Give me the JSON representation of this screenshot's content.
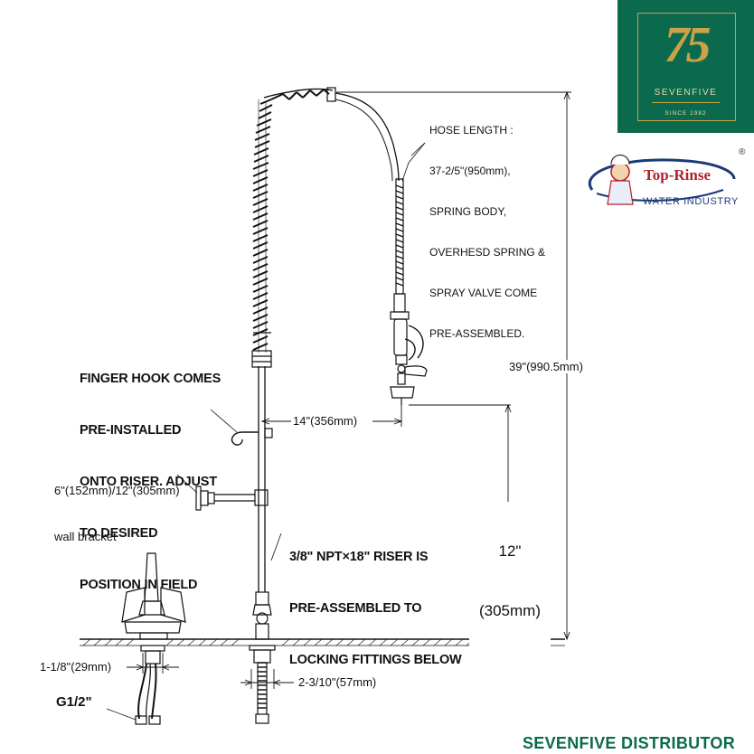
{
  "notes": {
    "hose_length": [
      "HOSE LENGTH :",
      "37-2/5\"(950mm),",
      "SPRING BODY,",
      "OVERHESD SPRING &",
      "SPRAY VALVE COME",
      "PRE-ASSEMBLED."
    ],
    "finger_hook": [
      "FINGER HOOK COMES",
      "PRE-INSTALLED",
      "ONTO RISER. ADJUST",
      "TO DESIRED",
      "POSITION IN FIELD"
    ],
    "wall_bracket": [
      "6\"(152mm)/12\"(305mm)",
      "wall bracket"
    ],
    "riser": [
      "3/8\" NPT×18\" RISER IS",
      "PRE-ASSEMBLED TO",
      "LOCKING FITTINGS BELOW"
    ]
  },
  "dimensions": {
    "reach": "14\"(356mm)",
    "total_height": "39\"(990.5mm)",
    "spout_height": [
      "12\"",
      "(305mm)"
    ],
    "mixer_thread": "1-1/8\"(29mm)",
    "base_thread": "2-3/10\"(57mm)",
    "inlet": "G1/2\""
  },
  "branding": {
    "sevenfive_logo": {
      "number": "75",
      "name": "SEVENFIVE",
      "since": "SINCE 1982",
      "background": "#0b6a4e",
      "gold": "#c9a24a"
    },
    "toprinse_logo": {
      "name": "Top-Rinse",
      "reg": "®",
      "subtitle": "WATER INDUSTRY",
      "red": "#b3202a",
      "blue": "#1a3a7a"
    },
    "distributor": "SEVENFIVE DISTRIBUTOR"
  }
}
